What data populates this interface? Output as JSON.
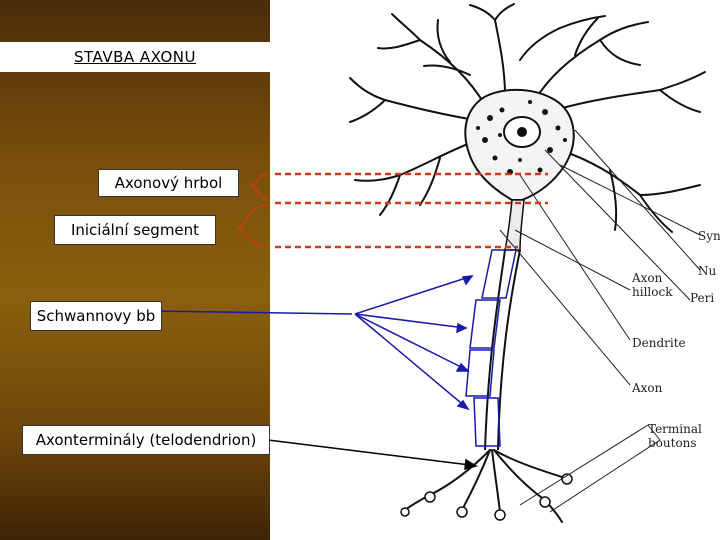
{
  "title": "STAVBA AXONU",
  "labels": {
    "axon_hillock": "Axonový hrbol",
    "initial_segment": "Iniciální segment",
    "schwann": "Schwannovy bb",
    "terminals": "Axonterminály (telodendrion)"
  },
  "figure_labels": {
    "syn": "Syn",
    "nu": "Nu",
    "axon_hillock": "Axon",
    "axon_hillock_2": "hillock",
    "peri": "Peri",
    "dendrite": "Dendrite",
    "axon": "Axon",
    "terminal": "Terminal",
    "boutons": "boutons"
  },
  "colors": {
    "panel": "#7a4f0c",
    "dashed_lines": "#d03a14",
    "arrows": "#1a1aa8",
    "terminal_arrow": "#000000"
  }
}
